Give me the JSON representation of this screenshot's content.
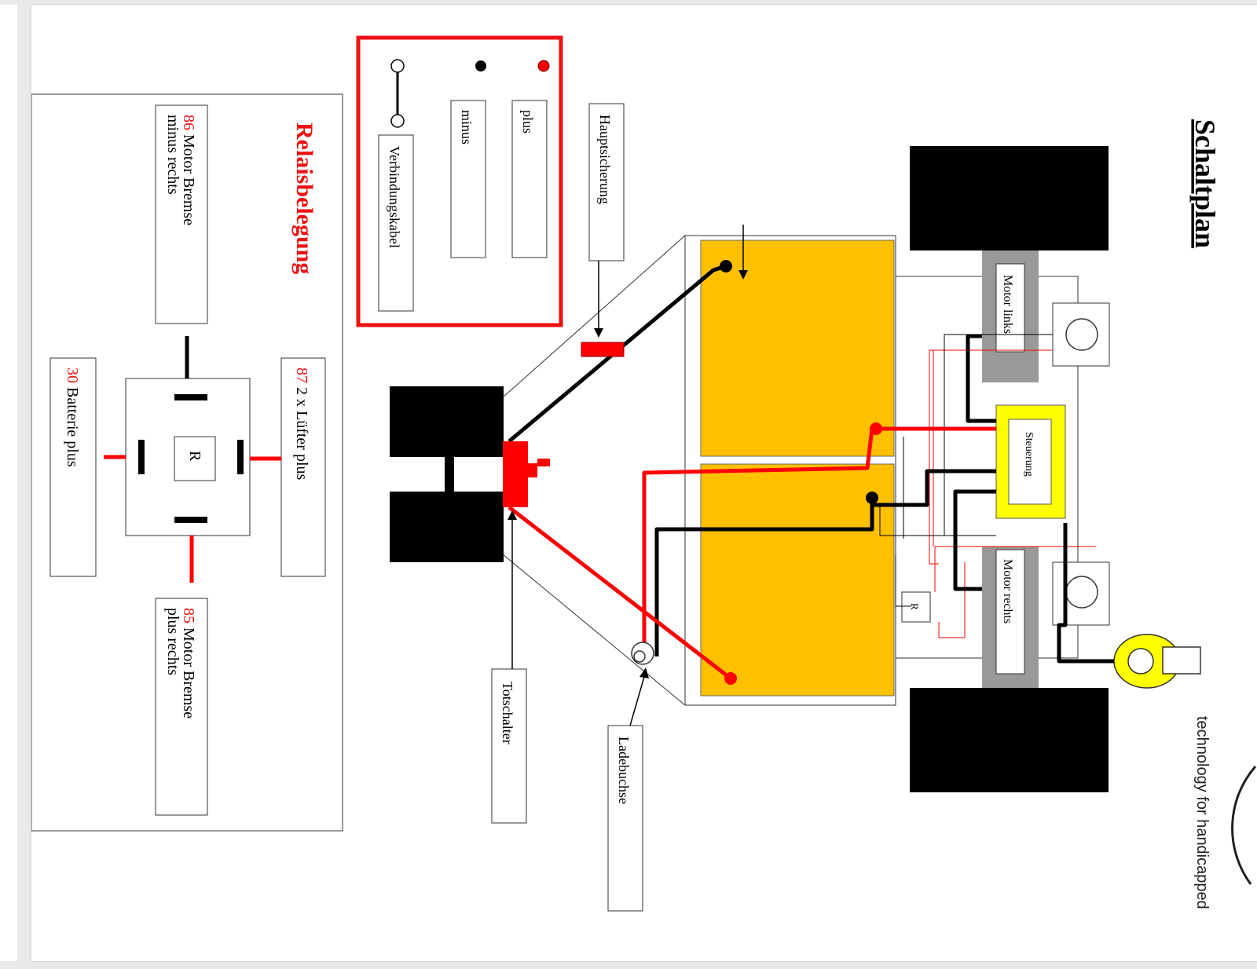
{
  "title": "Schaltplan",
  "brand_text": "technology for handicapped",
  "legend": {
    "plus": "plus",
    "minus": "minus",
    "cable": "Verbindungskabel"
  },
  "callouts": {
    "main_fuse": "Hauptsicherung",
    "kill_switch": "Totschalter",
    "charge_socket": "Ladebuchse"
  },
  "components": {
    "motor_left": "Motor links",
    "motor_right": "Motor rechts",
    "controller": "Steuerung",
    "relay_small": "R"
  },
  "relay": {
    "heading": "Relaisbelegung",
    "center": "R",
    "pin86_num": "86",
    "pin86_line1": "Motor Bremse",
    "pin86_line2": "minus rechts",
    "pin87_num": "87",
    "pin87_text": "2 x Lüfter plus",
    "pin30_num": "30",
    "pin30_text": "Batterie plus",
    "pin85_num": "85",
    "pin85_line1": "Motor Bremse",
    "pin85_line2": "plus rechts"
  },
  "colors": {
    "wire_plus": "#ff0000",
    "wire_minus": "#000000",
    "battery": "#ffc000",
    "controller": "#ffff00",
    "motor": "#999999",
    "legend_frame": "#ee1111"
  }
}
